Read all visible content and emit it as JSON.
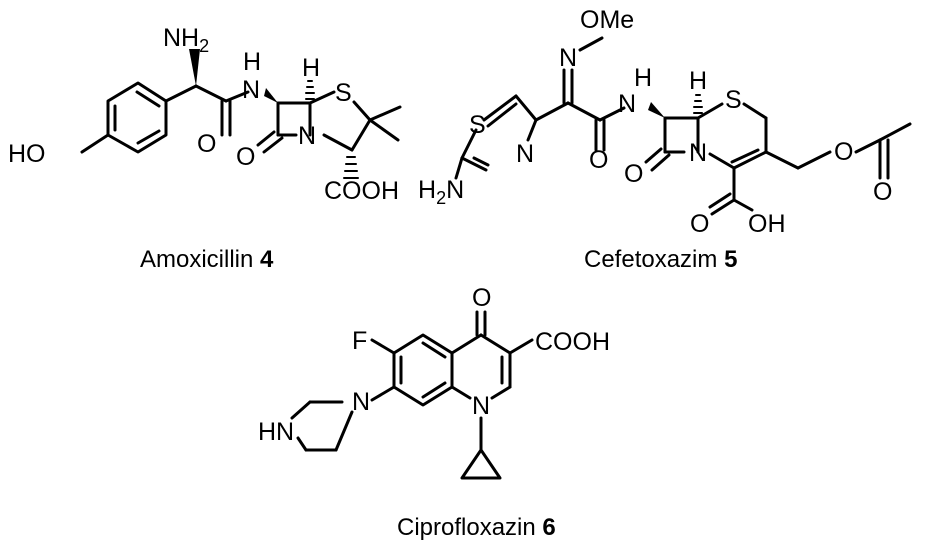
{
  "amoxicillin": {
    "name": "Amoxicillin",
    "number": "4",
    "atoms": {
      "nh2": "NH",
      "nh2_sub": "2",
      "ho": "HO",
      "nh": "N",
      "nh_h": "H",
      "h": "H",
      "s": "S",
      "n": "N",
      "o_amide": "O",
      "o_lactam": "O",
      "cooh": "COOH"
    }
  },
  "cefotaxime": {
    "name": "Cefetoxazim",
    "number": "5",
    "atoms": {
      "n_oxime": "N",
      "ome": "OMe",
      "s_thiazole": "S",
      "n_thiazole": "N",
      "h2n": "H",
      "h2n_sub": "2",
      "h2n_n": "N",
      "o_amide": "O",
      "nh": "N",
      "nh_h": "H",
      "h": "H",
      "s": "S",
      "n": "N",
      "o_lactam": "O",
      "o_acid": "O",
      "oh": "OH",
      "o_ester": "O",
      "o_carbonyl": "O"
    }
  },
  "ciprofloxacin": {
    "name": "Ciprofloxazin",
    "number": "6",
    "atoms": {
      "f": "F",
      "o": "O",
      "cooh": "COOH",
      "n_pip": "N",
      "hn": "HN",
      "n_quin": "N"
    }
  }
}
